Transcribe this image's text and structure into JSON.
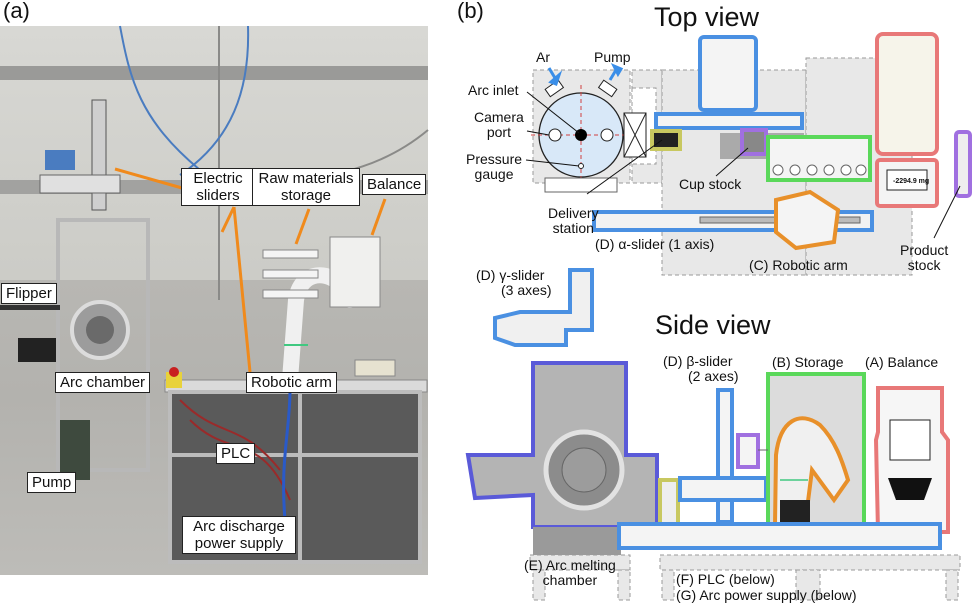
{
  "panel_a": {
    "label": "(a)",
    "callouts": {
      "electric_sliders_1": "Electric",
      "electric_sliders_2": "sliders",
      "raw_materials_1": "Raw materials",
      "raw_materials_2": "storage",
      "balance": "Balance",
      "flipper": "Flipper",
      "arc_chamber": "Arc chamber",
      "robotic_arm": "Robotic arm",
      "plc": "PLC",
      "pump": "Pump",
      "arc_discharge_1": "Arc discharge",
      "arc_discharge_2": "power supply"
    }
  },
  "panel_b": {
    "label": "(b)",
    "top_view": {
      "title": "Top view",
      "labels": {
        "ar": "Ar",
        "pump": "Pump",
        "arc_inlet": "Arc inlet",
        "camera_port_1": "Camera",
        "camera_port_2": "port",
        "pressure_gauge_1": "Pressure",
        "pressure_gauge_2": "gauge",
        "delivery_station_1": "Delivery",
        "delivery_station_2": "station",
        "cup_stock": "Cup stock",
        "alpha_slider": "(D) α-slider (1 axis)",
        "robotic_arm": "(C) Robotic arm",
        "product_stock_1": "Product",
        "product_stock_2": "stock",
        "balance_readout": "-2294.9 mg"
      }
    },
    "side_view": {
      "title": "Side view",
      "labels": {
        "gamma_slider_1": "(D) γ-slider",
        "gamma_slider_2": "(3 axes)",
        "beta_slider_1": "(D) β-slider",
        "beta_slider_2": "(2 axes)",
        "storage": "(B) Storage",
        "balance": "(A) Balance",
        "arc_melting_1": "(E) Arc melting",
        "arc_melting_2": "chamber",
        "plc": "(F) PLC (below)",
        "arc_power": "(G) Arc power supply (below)"
      }
    },
    "colors": {
      "slider_blue": "#4a90e2",
      "chamber_purple": "#5a5ad8",
      "storage_green": "#5ad85a",
      "balance_red": "#e87878",
      "arm_orange": "#e8902a",
      "stock_violet": "#a070e0",
      "delivery_yellow": "#c8c860",
      "chamber_fill": "#d8e8f8",
      "callout_line": "#f08a1c"
    }
  }
}
